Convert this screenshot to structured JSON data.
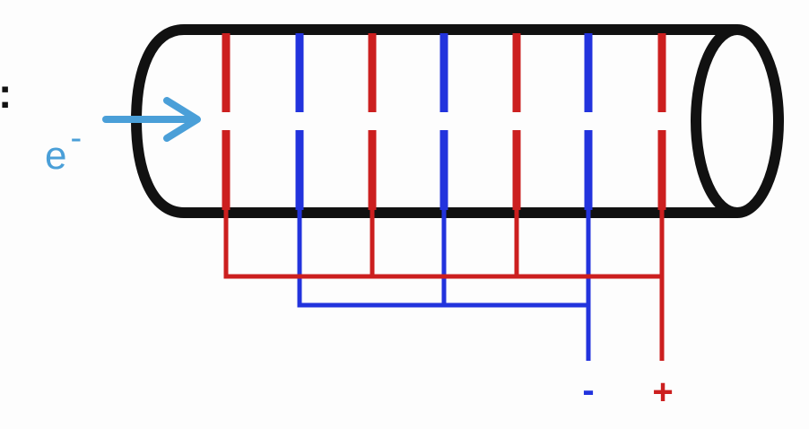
{
  "diagram": {
    "colors": {
      "red": "#cc1f1f",
      "blue": "#2233dd",
      "arrow": "#4a9fd8",
      "tube": "#111111",
      "background": "#fdfdfd"
    },
    "electron_label": {
      "base": "e",
      "superscript": "-"
    },
    "arrow_icon": "right-arrow-icon",
    "electrodes": [
      {
        "polarity": "positive",
        "color": "red"
      },
      {
        "polarity": "negative",
        "color": "blue"
      },
      {
        "polarity": "positive",
        "color": "red"
      },
      {
        "polarity": "negative",
        "color": "blue"
      },
      {
        "polarity": "positive",
        "color": "red"
      },
      {
        "polarity": "negative",
        "color": "blue"
      },
      {
        "polarity": "positive",
        "color": "red"
      }
    ],
    "terminals": {
      "negative_label": "-",
      "positive_label": "+"
    },
    "edge_mark": ":"
  }
}
